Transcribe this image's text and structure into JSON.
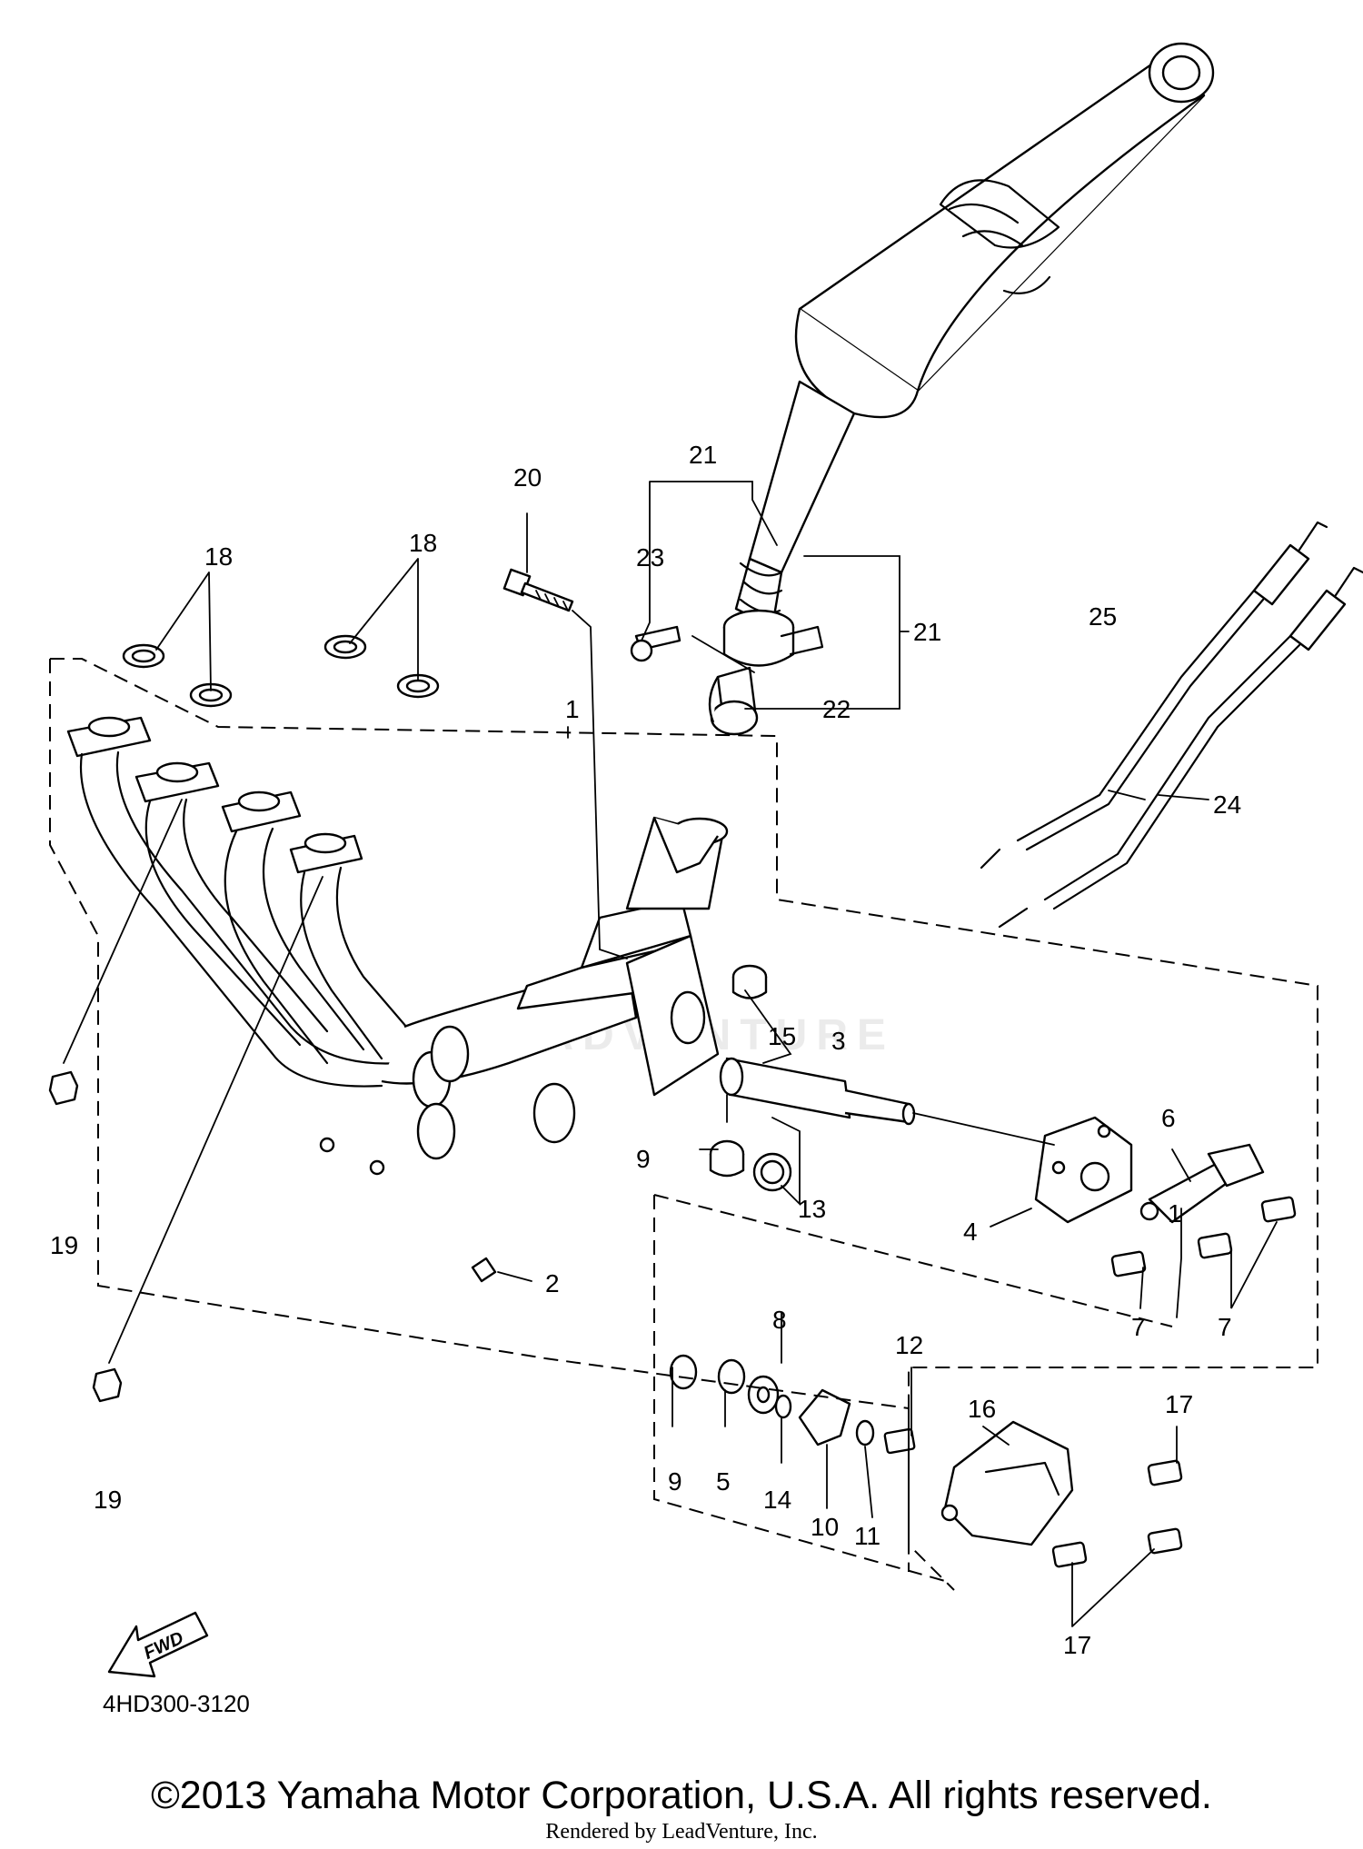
{
  "diagram": {
    "callouts": {
      "c1": "1",
      "c1b": "1",
      "c2": "2",
      "c3": "3",
      "c4": "4",
      "c5": "5",
      "c6": "6",
      "c7a": "7",
      "c7b": "7",
      "c8": "8",
      "c9a": "9",
      "c9b": "9",
      "c10": "10",
      "c11": "11",
      "c12": "12",
      "c13": "13",
      "c14": "14",
      "c15": "15",
      "c16": "16",
      "c17a": "17",
      "c17b": "17",
      "c18a": "18",
      "c18b": "18",
      "c19a": "19",
      "c19b": "19",
      "c20": "20",
      "c21a": "21",
      "c21b": "21",
      "c22": "22",
      "c23": "23",
      "c24": "24",
      "c25": "25"
    },
    "fwd_label": "FWD",
    "watermark": "LEADVENTURE"
  },
  "footer": {
    "part_code": "4HD300-3120",
    "copyright": "©2013 Yamaha Motor Corporation, U.S.A. All rights reserved.",
    "rendered_by": "Rendered by LeadVenture, Inc."
  }
}
